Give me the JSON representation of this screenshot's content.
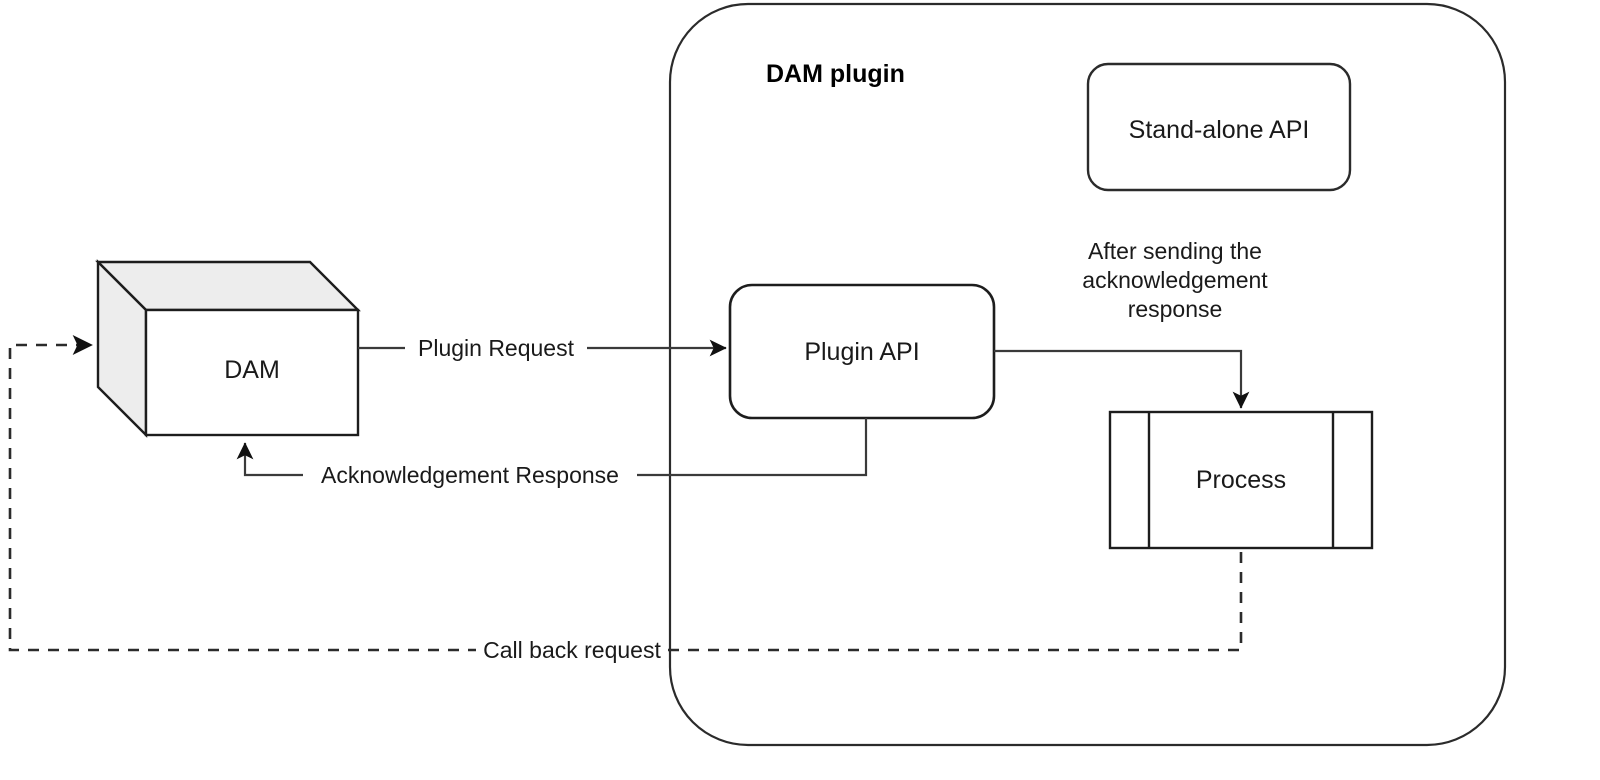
{
  "diagram": {
    "title_visible": false,
    "container": {
      "label": "DAM plugin",
      "shape": "rounded-rectangle",
      "stroke_color": "#2b2b2b"
    },
    "nodes": [
      {
        "id": "dam",
        "label": "DAM",
        "shape": "cube-3d",
        "fill": "#ffffff",
        "side_fill": "#ededed"
      },
      {
        "id": "stand-alone-api",
        "label": "Stand-alone API",
        "shape": "rounded-rectangle",
        "fill": "#ffffff"
      },
      {
        "id": "plugin-api",
        "label": "Plugin API",
        "shape": "rounded-rectangle",
        "fill": "#ffffff"
      },
      {
        "id": "process",
        "label": "Process",
        "shape": "predefined-process",
        "fill": "#ffffff"
      }
    ],
    "edges": [
      {
        "id": "plugin-request",
        "label": "Plugin Request",
        "from": "dam",
        "to": "plugin-api",
        "style": "solid",
        "arrow": "end"
      },
      {
        "id": "acknowledgement-response",
        "label": "Acknowledgement Response",
        "from": "plugin-api",
        "to": "dam",
        "style": "solid",
        "arrow": "end"
      },
      {
        "id": "after-sending",
        "label_lines": [
          "After sending the",
          "acknowledgement",
          "response"
        ],
        "from": "plugin-api",
        "to": "process",
        "style": "solid",
        "arrow": "end"
      },
      {
        "id": "call-back-request",
        "label": "Call back request",
        "from": "process",
        "to": "dam",
        "style": "dashed",
        "arrow": "end"
      }
    ]
  },
  "labels": {
    "container_title": "DAM plugin",
    "dam": "DAM",
    "stand_alone_api": "Stand-alone API",
    "plugin_api": "Plugin API",
    "process": "Process",
    "plugin_request": "Plugin Request",
    "acknowledgement_response": "Acknowledgement Response",
    "after_sending_line1": "After sending the",
    "after_sending_line2": "acknowledgement",
    "after_sending_line3": "response",
    "call_back_request": "Call back request"
  }
}
